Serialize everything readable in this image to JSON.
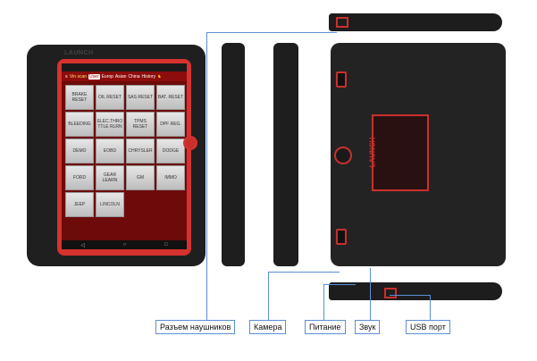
{
  "device": {
    "brand": "LAUNCH",
    "tabs": [
      {
        "label": "Vin scan"
      },
      {
        "label": "User"
      },
      {
        "label": "Europ"
      },
      {
        "label": "Asian"
      },
      {
        "label": "China"
      },
      {
        "label": "History"
      }
    ],
    "tiles": [
      "BRAKE\nRESET",
      "OIL RESET",
      "SAS RESET",
      "BAT. RESET",
      "BLEEDING",
      "ELEC.THRO\nTTLE RLRN",
      "TPMS\nRESET",
      "DPF REG.",
      "DEMO",
      "EOBD",
      "CHRYSLER",
      "DODGE",
      "FORD",
      "GEAR\nLEARN",
      "GM",
      "IMMO",
      "JEEP",
      "LINCOLN"
    ],
    "back_brand": "LAUNCH"
  },
  "callouts": {
    "headphones": "Разъем наушников",
    "camera": "Камера",
    "power": "Питание",
    "sound": "Звук",
    "usb": "USB порт"
  }
}
